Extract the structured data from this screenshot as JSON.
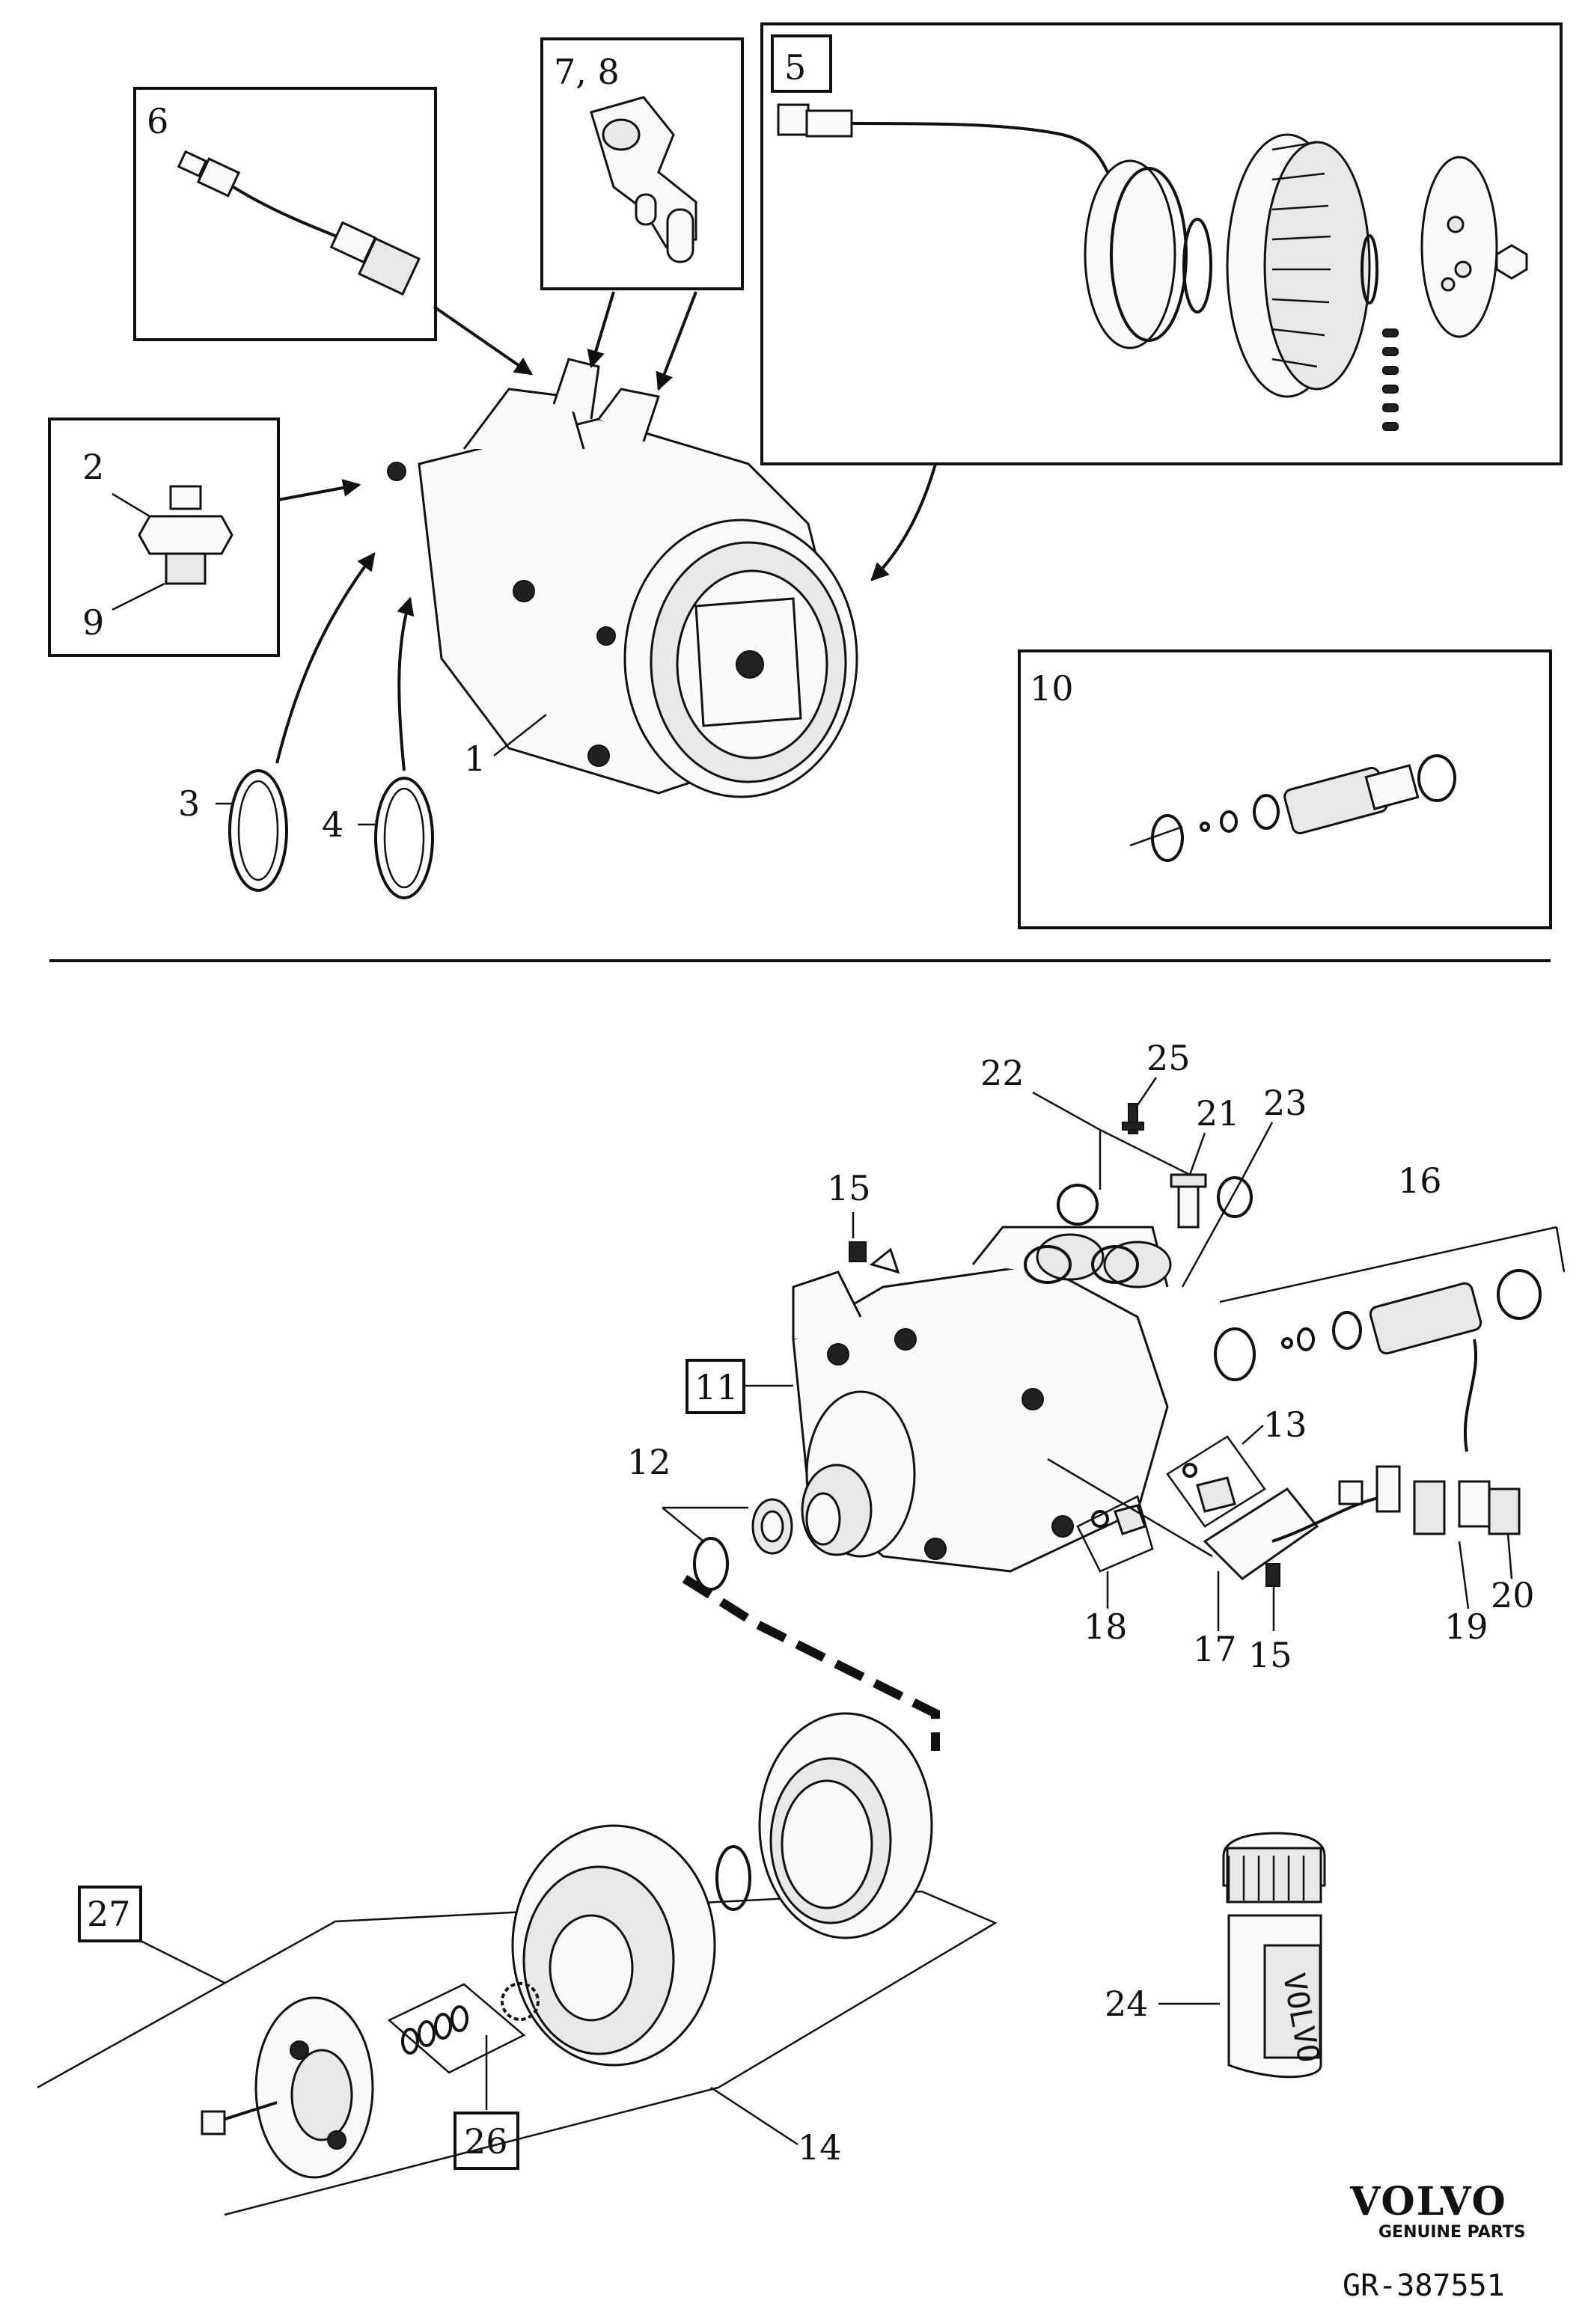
{
  "labels": {
    "l1": "1",
    "l2": "2",
    "l3": "3",
    "l4": "4",
    "l5": "5",
    "l6": "6",
    "l78": "7, 8",
    "l9": "9",
    "l10": "10",
    "l11": "11",
    "l12": "12",
    "l13": "13",
    "l14": "14",
    "l15a": "15",
    "l15b": "15",
    "l16": "16",
    "l17": "17",
    "l18": "18",
    "l19": "19",
    "l20": "20",
    "l21": "21",
    "l22": "22",
    "l23": "23",
    "l24": "24",
    "l25": "25",
    "l26": "26",
    "l27": "27"
  },
  "brand": {
    "name": "VOLVO",
    "tagline": "GENUINE PARTS",
    "reference": "GR-387551",
    "bottle_mark": "VOLVO"
  }
}
